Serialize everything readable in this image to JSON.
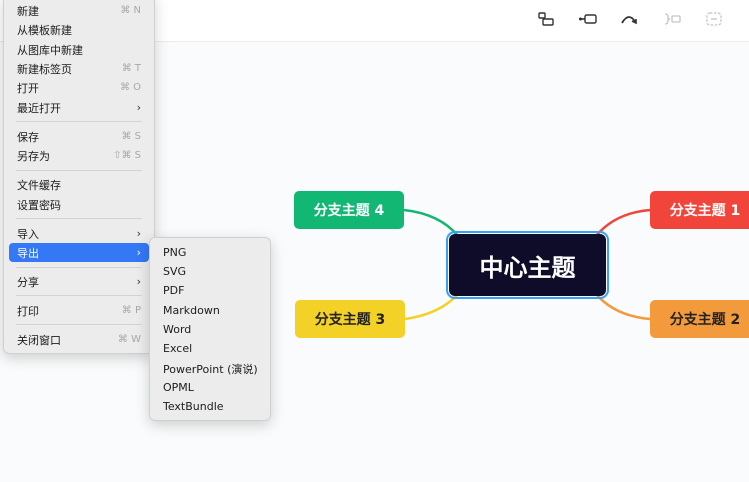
{
  "colors": {
    "center_bg": "#0f0c2a",
    "selection_outline": "#3aa0f2",
    "branch_1": "#f1453b",
    "branch_2": "#f29a3c",
    "branch_3": "#f4d126",
    "branch_4": "#13b774",
    "menu_highlight": "#3478f6"
  },
  "toolbar": {
    "icons": [
      "insert-parent-icon",
      "insert-sibling-icon",
      "relationship-icon",
      "summary-icon",
      "boundary-icon"
    ]
  },
  "mindmap": {
    "center": "中心主题",
    "branch_1": "分支主题 1",
    "branch_2": "分支主题 2",
    "branch_3": "分支主题 3",
    "branch_4": "分支主题 4"
  },
  "file_menu": {
    "items": [
      {
        "label": "新建",
        "shortcut": "⌘ N"
      },
      {
        "label": "从模板新建",
        "shortcut": ""
      },
      {
        "label": "从图库中新建",
        "shortcut": ""
      },
      {
        "label": "新建标签页",
        "shortcut": "⌘ T"
      },
      {
        "label": "打开",
        "shortcut": "⌘ O"
      },
      {
        "label": "最近打开",
        "shortcut": "›"
      },
      {
        "label": "保存",
        "shortcut": "⌘ S"
      },
      {
        "label": "另存为",
        "shortcut": "⇧⌘ S"
      },
      {
        "label": "文件缓存",
        "shortcut": ""
      },
      {
        "label": "设置密码",
        "shortcut": ""
      },
      {
        "label": "导入",
        "shortcut": "›"
      },
      {
        "label": "导出",
        "shortcut": "›"
      },
      {
        "label": "分享",
        "shortcut": "›"
      },
      {
        "label": "打印",
        "shortcut": "⌘ P"
      },
      {
        "label": "关闭窗口",
        "shortcut": "⌘ W"
      }
    ]
  },
  "export_menu": {
    "items": [
      "PNG",
      "SVG",
      "PDF",
      "Markdown",
      "Word",
      "Excel",
      "PowerPoint (演说)",
      "OPML",
      "TextBundle"
    ]
  }
}
